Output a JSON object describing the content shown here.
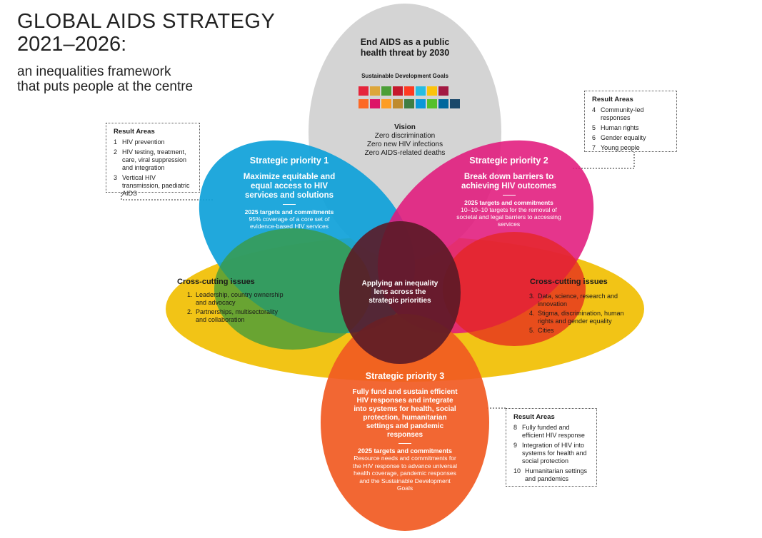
{
  "header": {
    "title_line1": "GLOBAL AIDS STRATEGY",
    "title_line2": "2021–2026:",
    "subtitle_line1": "an inequalities framework",
    "subtitle_line2": "that puts people at the centre"
  },
  "top": {
    "goal": "End AIDS as a public health threat by 2030",
    "sdg_label": "Sustainable Development Goals",
    "vision_title": "Vision",
    "vision_items": [
      "Zero discrimination",
      "Zero new HIV infections",
      "Zero AIDS-related deaths"
    ]
  },
  "sp1": {
    "title": "Strategic priority 1",
    "headline": "Maximize equitable and equal access to HIV services and solutions",
    "targets_title": "2025 targets and commitments",
    "targets_text": "95% coverage of a core set of evidence-based HIV services"
  },
  "sp2": {
    "title": "Strategic priority 2",
    "headline": "Break down barriers to achieving HIV outcomes",
    "targets_title": "2025 targets and commitments",
    "targets_text": "10–10–10 targets for the removal of societal and legal barriers to accessing services"
  },
  "sp3": {
    "title": "Strategic priority 3",
    "headline": "Fully fund and sustain efficient HIV responses and integrate into systems for health, social protection, humanitarian settings and pandemic responses",
    "targets_title": "2025 targets and commitments",
    "targets_text": "Resource needs and commitments for the HIV response to advance universal health coverage, pandemic responses and the Sustainable Development Goals"
  },
  "center": {
    "text": "Applying an inequality lens across the strategic priorities"
  },
  "cross_left": {
    "title": "Cross-cutting issues",
    "items": [
      {
        "num": "1.",
        "text": "Leadership, country ownership and advocacy"
      },
      {
        "num": "2.",
        "text": "Partnerships, multisectorality and collaboration"
      }
    ]
  },
  "cross_right": {
    "title": "Cross-cutting issues",
    "items": [
      {
        "num": "3.",
        "text": "Data, science, research and innovation"
      },
      {
        "num": "4.",
        "text": "Stigma, discrimination, human rights and gender equality"
      },
      {
        "num": "5.",
        "text": "Cities"
      }
    ]
  },
  "result_areas_1": {
    "title": "Result Areas",
    "items": [
      {
        "num": "1",
        "text": "HIV prevention"
      },
      {
        "num": "2",
        "text": "HIV testing, treatment, care, viral suppression and integration"
      },
      {
        "num": "3",
        "text": "Vertical HIV transmission, paediatric AIDS"
      }
    ]
  },
  "result_areas_2": {
    "title": "Result Areas",
    "items": [
      {
        "num": "4",
        "text": "Community-led responses"
      },
      {
        "num": "5",
        "text": "Human rights"
      },
      {
        "num": "6",
        "text": "Gender equality"
      },
      {
        "num": "7",
        "text": "Young people"
      }
    ]
  },
  "result_areas_3": {
    "title": "Result Areas",
    "items": [
      {
        "num": "8",
        "text": "Fully funded and efficient HIV response"
      },
      {
        "num": "9",
        "text": "Integration of HIV into systems for health and social protection"
      },
      {
        "num": "10",
        "text": "Humanitarian settings and pandemics"
      }
    ]
  },
  "colors": {
    "top": "#d0d0d0",
    "sp1": "#0ea1d9",
    "sp2": "#e1197c",
    "sp3": "#f15a22",
    "cross": "#f2c416",
    "center": "#5a1a26",
    "sdg": [
      "#e5243b",
      "#dda63a",
      "#4c9f38",
      "#c5192d",
      "#ff3a21",
      "#26bde2",
      "#fcc30b",
      "#a21942",
      "#fd6925",
      "#dd1367",
      "#fd9d24",
      "#bf8b2e",
      "#3f7e44",
      "#0a97d9",
      "#56c02b",
      "#00689d",
      "#19486a"
    ]
  }
}
